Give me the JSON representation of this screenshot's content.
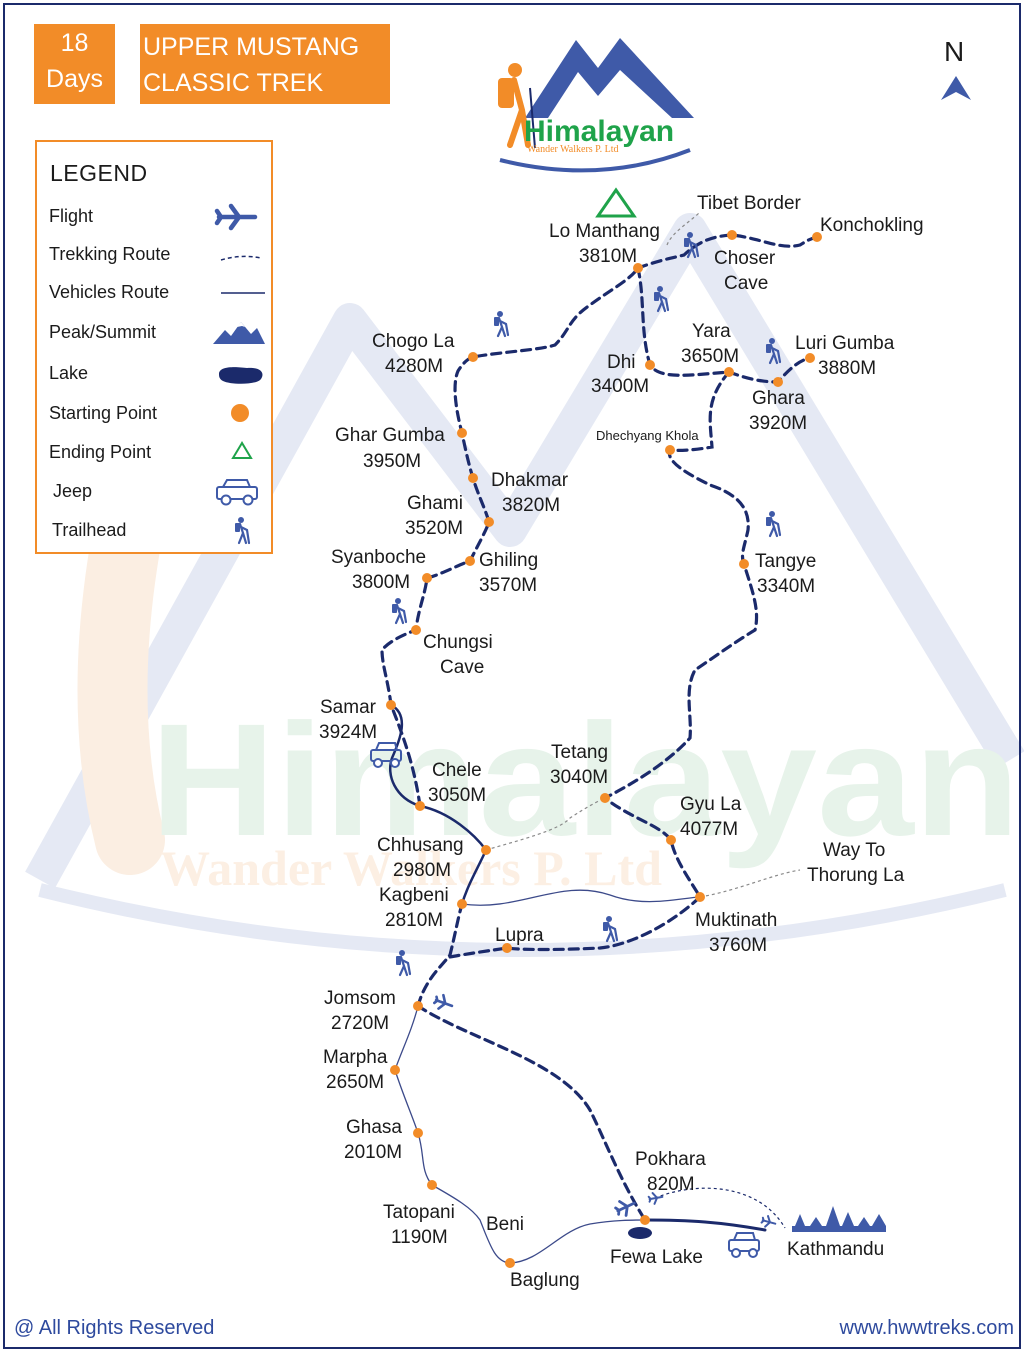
{
  "header": {
    "days_number": "18",
    "days_word": "Days",
    "title_line1": "UPPER MUSTANG",
    "title_line2": "CLASSIC TREK"
  },
  "legend": {
    "title": "LEGEND",
    "items": [
      {
        "label": "Flight",
        "symbol": "airplane-icon"
      },
      {
        "label": "Trekking Route",
        "symbol": "dashed-line"
      },
      {
        "label": "Vehicles Route",
        "symbol": "solid-line"
      },
      {
        "label": "Peak/Summit",
        "symbol": "mountain-icon"
      },
      {
        "label": "Lake",
        "symbol": "lake-icon"
      },
      {
        "label": "Starting Point",
        "symbol": "orange-dot"
      },
      {
        "label": "Ending Point",
        "symbol": "green-triangle"
      },
      {
        "label": "Jeep",
        "symbol": "jeep-icon"
      },
      {
        "label": "Trailhead",
        "symbol": "hiker-icon"
      }
    ]
  },
  "logo": {
    "name": "Himalayan",
    "tagline": "Wander Walkers P. Ltd"
  },
  "watermark": {
    "line1": "Himalayan",
    "line2": "Wander Walkers P. Ltd"
  },
  "compass": "N",
  "places": {
    "lo_manthang": [
      "Lo Manthang",
      "3810M"
    ],
    "tibet_border": [
      "Tibet Border"
    ],
    "konchokling": [
      "Konchokling"
    ],
    "choser_cave": [
      "Choser",
      "Cave"
    ],
    "chogo_la": [
      "Chogo La",
      "4280M"
    ],
    "yara": [
      "Yara",
      "3650M"
    ],
    "luri_gumba": [
      "Luri Gumba",
      "3880M"
    ],
    "dhi": [
      "Dhi",
      "3400M"
    ],
    "ghara": [
      "Ghara",
      "3920M"
    ],
    "dhechyang_khola": [
      "Dhechyang Khola"
    ],
    "ghar_gumba": [
      "Ghar Gumba",
      "3950M"
    ],
    "dhakmar": [
      "Dhakmar",
      "3820M"
    ],
    "ghami": [
      "Ghami",
      "3520M"
    ],
    "tangye": [
      "Tangye",
      "3340M"
    ],
    "syanboche": [
      "Syanboche",
      "3800M"
    ],
    "ghiling": [
      "Ghiling",
      "3570M"
    ],
    "chungsi_cave": [
      "Chungsi",
      "Cave"
    ],
    "samar": [
      "Samar",
      "3924M"
    ],
    "tetang": [
      "Tetang",
      "3040M"
    ],
    "chele": [
      "Chele",
      "3050M"
    ],
    "gyu_la": [
      "Gyu La",
      "4077M"
    ],
    "chhusang": [
      "Chhusang",
      "2980M"
    ],
    "way_to_thorung_la": [
      "Way To",
      "Thorung La"
    ],
    "kagbeni": [
      "Kagbeni",
      "2810M"
    ],
    "muktinath": [
      "Muktinath",
      "3760M"
    ],
    "lupra": [
      "Lupra"
    ],
    "jomsom": [
      "Jomsom",
      "2720M"
    ],
    "marpha": [
      "Marpha",
      "2650M"
    ],
    "ghasa": [
      "Ghasa",
      "2010M"
    ],
    "pokhara": [
      "Pokhara",
      "820M"
    ],
    "tatopani": [
      "Tatopani",
      "1190M"
    ],
    "beni": [
      "Beni"
    ],
    "baglung": [
      "Baglung"
    ],
    "fewa_lake": [
      "Fewa Lake"
    ],
    "kathmandu": [
      "Kathmandu"
    ]
  },
  "footer": {
    "rights": "@ All Rights Reserved",
    "website": "www.hwwtreks.com"
  },
  "colors": {
    "orange": "#f28c28",
    "navy": "#1b2a6b",
    "route": "#1b2a6b",
    "green": "#1fa34a",
    "icon_blue": "#3f5aa8",
    "grey": "#8a8a8a"
  }
}
